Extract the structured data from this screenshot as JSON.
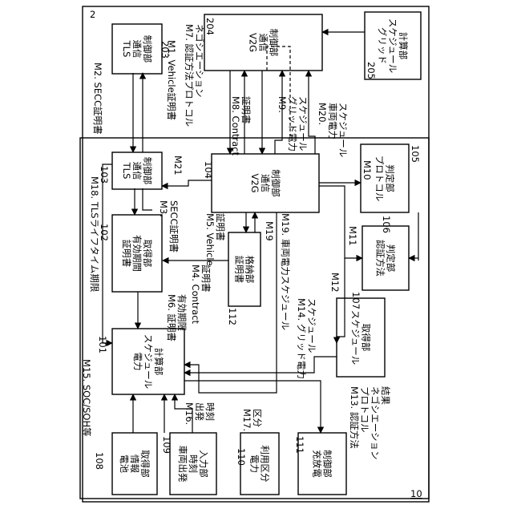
{
  "figure": {
    "outer_ref": "2",
    "inner_ref": "10"
  },
  "blocks": {
    "tls_top": {
      "ref": "203",
      "lines": [
        "TLS",
        "通信",
        "制御部"
      ]
    },
    "v2g_top": {
      "ref": "204",
      "lines": [
        "V2G",
        "通信",
        "制御部"
      ]
    },
    "grid_sched": {
      "ref": "205",
      "lines": [
        "グリッド",
        "スケジュール",
        "計算部"
      ]
    },
    "tls": {
      "ref": "103",
      "lines": [
        "TLS",
        "通信",
        "制御部"
      ]
    },
    "cert_period": {
      "ref": "102",
      "lines": [
        "証明書",
        "有効期間",
        "取得部"
      ]
    },
    "power_sched": {
      "ref": "101",
      "lines": [
        "電力",
        "スケジュール",
        "計算部"
      ]
    },
    "v2g": {
      "ref": "104",
      "lines": [
        "V2G",
        "通信",
        "制御部"
      ]
    },
    "cert_store": {
      "ref": "112",
      "lines": [
        "証明書",
        "格納部"
      ]
    },
    "protocol": {
      "ref": "105",
      "lines": [
        "プロトコル",
        "判定部"
      ]
    },
    "auth": {
      "ref": "106",
      "lines": [
        "認証方法",
        "判定部"
      ]
    },
    "sched_get": {
      "ref": "107",
      "lines": [
        "スケジュール",
        "取得部"
      ]
    },
    "battery": {
      "ref": "108",
      "lines": [
        "電池",
        "情報",
        "取得部"
      ]
    },
    "departure": {
      "ref": "109",
      "lines": [
        "車両出発",
        "時刻",
        "入力部"
      ]
    },
    "usage": {
      "ref": "110",
      "lines": [
        "電力",
        "利用区分"
      ]
    },
    "charge": {
      "ref": "111",
      "lines": [
        "充放電",
        "制御部"
      ]
    }
  },
  "messages": {
    "m1": "M1. Vehicle証明書",
    "m2": "M2. SECC証明書",
    "m3": [
      "M3.",
      "SECC証明書"
    ],
    "m4": [
      "M4. Contract",
      "証明書"
    ],
    "m5": [
      "M5. Vehicle",
      "証明書"
    ],
    "m6": [
      "M6. 証明書",
      "有効期限"
    ],
    "m7": [
      "M7. 認証方法プロトコル",
      "ネゴシエーション"
    ],
    "m8": [
      "M8. Contract",
      "証明書"
    ],
    "m9": [
      "M9.",
      "グリッド電力",
      "スケジュール"
    ],
    "m10": "M10",
    "m11": "M11",
    "m12": "M12",
    "m13": [
      "M13. 認証方法",
      "プロトコル",
      "ネゴシエーション",
      "結果"
    ],
    "m14": [
      "M14. グリッド電力",
      "スケジュール"
    ],
    "m15": "M15. SOC/SOH等",
    "m16": [
      "M16.",
      "出発",
      "時刻"
    ],
    "m17": [
      "M17.",
      "区分"
    ],
    "m18": "M18. TLSライフタイム期限",
    "m19": "M19",
    "m19b": "M19. 車両電力スケジュール",
    "m20": [
      "M20.",
      "車両電力",
      "スケジュール"
    ],
    "m21": "M21"
  }
}
